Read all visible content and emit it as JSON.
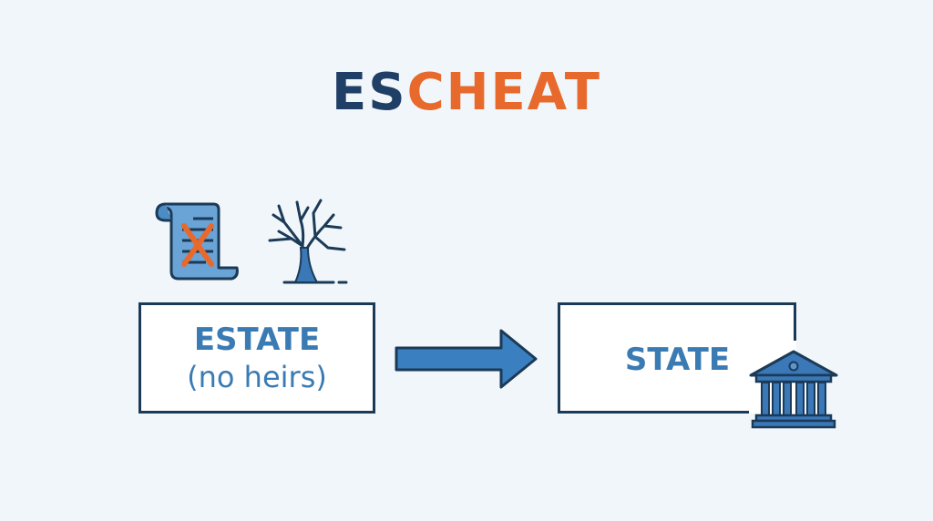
{
  "title": {
    "part1": "ES",
    "part2": "CHEAT",
    "colors": {
      "part1": "#1f3f66",
      "part2": "#e8692c"
    }
  },
  "diagram": {
    "source": {
      "label_line1": "ESTATE",
      "label_line2": "(no heirs)",
      "icons": [
        "crossed-out-will-scroll-icon",
        "bare-tree-icon"
      ]
    },
    "arrow": {
      "direction": "right",
      "color": "#3b7bb3"
    },
    "target": {
      "label": "STATE",
      "icons": [
        "government-building-icon"
      ]
    }
  },
  "colors": {
    "background": "#f1f6fa",
    "box_border": "#1b3a57",
    "text_blue": "#3b7bb3",
    "icon_blue": "#3a78b8",
    "accent_orange": "#e8692c"
  }
}
